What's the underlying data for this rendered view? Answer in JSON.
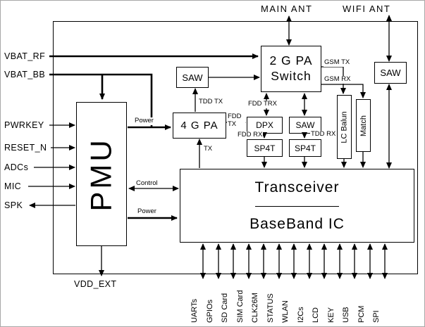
{
  "colors": {
    "ink": "#000000",
    "background": "#ffffff"
  },
  "top_labels": {
    "main_ant": "MAIN ANT",
    "wifi_ant": "WIFI ANT"
  },
  "left_labels": {
    "vbat_rf": "VBAT_RF",
    "vbat_bb": "VBAT_BB",
    "pwrkey": "PWRKEY",
    "reset_n": "RESET_N",
    "adcs": "ADCs",
    "mic": "MIC",
    "spk": "SPK",
    "vdd_ext": "VDD_EXT"
  },
  "blocks": {
    "pmu": "PMU",
    "saw_tdd": "SAW",
    "pa_4g": "4 G PA",
    "pa_2g_line1": "2 G PA",
    "pa_2g_line2": "Switch",
    "dpx": "DPX",
    "saw_tdd_rx": "SAW",
    "sp4t_fdd": "SP4T",
    "sp4t_tdd": "SP4T",
    "lc_balun": "LC Balun",
    "match": "Match",
    "saw_wifi": "SAW",
    "transceiver": "Transceiver",
    "baseband": "BaseBand IC"
  },
  "signal_labels": {
    "tdd_tx": "TDD TX",
    "fdd_trx": "FDD TRX",
    "fdd_tx": "FDD TX",
    "fdd_rx": "FDD RX",
    "tdd_rx": "TDD RX",
    "gsm_tx": "GSM TX",
    "gsm_rx": "GSM RX",
    "tx": "TX",
    "power_pa": "Power",
    "control": "Control",
    "power_bb": "Power"
  },
  "bottom_ports": [
    "UARTs",
    "GPIOs",
    "SD Card",
    "SIM Card",
    "CLK26M",
    "STATUS",
    "WLAN",
    "I2Cs",
    "LCD",
    "KEY",
    "USB",
    "PCM",
    "SPI"
  ]
}
